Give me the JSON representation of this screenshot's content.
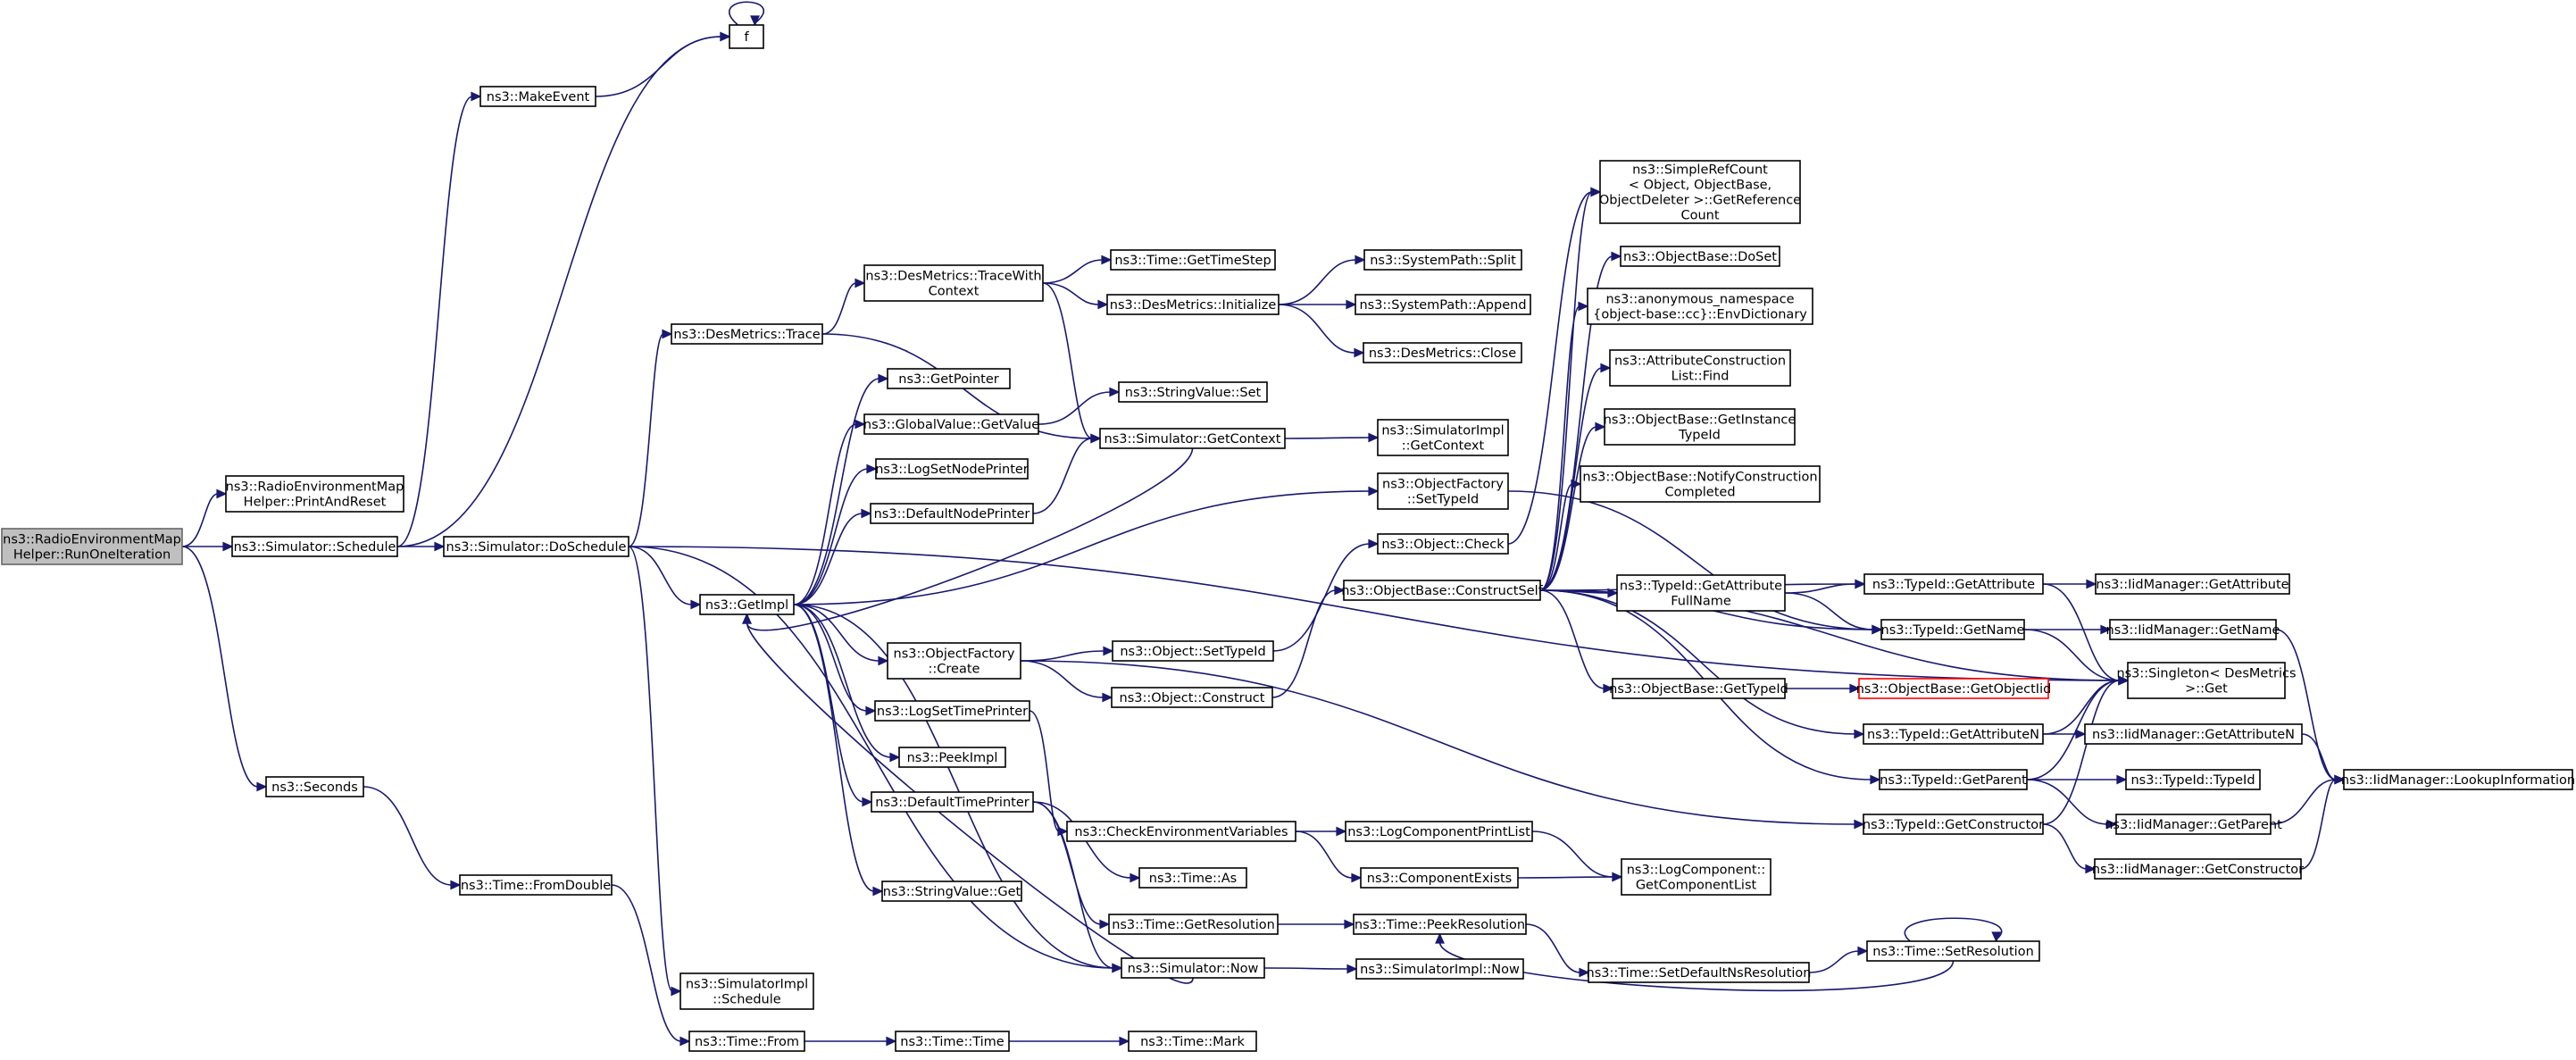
{
  "graph": {
    "colors": {
      "edge": "#191970",
      "node_border": "#000000",
      "node_fill": "#ffffff",
      "root_fill": "#bfbfbf",
      "root_border": "#666666",
      "truncated_border": "#ff0000"
    },
    "nodes": [
      {
        "id": "runone",
        "lines": [
          "ns3::RadioEnvironmentMap",
          "Helper::RunOneIteration"
        ],
        "kind": "root"
      },
      {
        "id": "printreset",
        "lines": [
          "ns3::RadioEnvironmentMap",
          "Helper::PrintAndReset"
        ]
      },
      {
        "id": "schedule",
        "lines": [
          "ns3::Simulator::Schedule"
        ]
      },
      {
        "id": "seconds",
        "lines": [
          "ns3::Seconds"
        ]
      },
      {
        "id": "makeevent",
        "lines": [
          "ns3::MakeEvent"
        ]
      },
      {
        "id": "f",
        "lines": [
          "f"
        ]
      },
      {
        "id": "doschedule",
        "lines": [
          "ns3::Simulator::DoSchedule"
        ]
      },
      {
        "id": "fromdouble",
        "lines": [
          "ns3::Time::FromDouble"
        ]
      },
      {
        "id": "destrace",
        "lines": [
          "ns3::DesMetrics::Trace"
        ]
      },
      {
        "id": "getimpl",
        "lines": [
          "ns3::GetImpl"
        ]
      },
      {
        "id": "simimplschedule",
        "lines": [
          "ns3::SimulatorImpl",
          "::Schedule"
        ]
      },
      {
        "id": "timefrom",
        "lines": [
          "ns3::Time::From"
        ]
      },
      {
        "id": "tracewith",
        "lines": [
          "ns3::DesMetrics::TraceWith",
          "Context"
        ]
      },
      {
        "id": "getpointer",
        "lines": [
          "ns3::GetPointer"
        ]
      },
      {
        "id": "gvgetvalue",
        "lines": [
          "ns3::GlobalValue::GetValue"
        ]
      },
      {
        "id": "logsetnode",
        "lines": [
          "ns3::LogSetNodePrinter"
        ]
      },
      {
        "id": "defaultnode",
        "lines": [
          "ns3::DefaultNodePrinter"
        ]
      },
      {
        "id": "ofcreate",
        "lines": [
          "ns3::ObjectFactory",
          "::Create"
        ]
      },
      {
        "id": "logsettime",
        "lines": [
          "ns3::LogSetTimePrinter"
        ]
      },
      {
        "id": "peekimpl",
        "lines": [
          "ns3::PeekImpl"
        ]
      },
      {
        "id": "defaulttime",
        "lines": [
          "ns3::DefaultTimePrinter"
        ]
      },
      {
        "id": "svget",
        "lines": [
          "ns3::StringValue::Get"
        ]
      },
      {
        "id": "timetime",
        "lines": [
          "ns3::Time::Time"
        ]
      },
      {
        "id": "gettimestep",
        "lines": [
          "ns3::Time::GetTimeStep"
        ]
      },
      {
        "id": "desinit",
        "lines": [
          "ns3::DesMetrics::Initialize"
        ]
      },
      {
        "id": "svset",
        "lines": [
          "ns3::StringValue::Set"
        ]
      },
      {
        "id": "getcontext",
        "lines": [
          "ns3::Simulator::GetContext"
        ]
      },
      {
        "id": "objsettypeid",
        "lines": [
          "ns3::Object::SetTypeId"
        ]
      },
      {
        "id": "objconstruct",
        "lines": [
          "ns3::Object::Construct"
        ]
      },
      {
        "id": "checkenv",
        "lines": [
          "ns3::CheckEnvironmentVariables"
        ]
      },
      {
        "id": "timeas",
        "lines": [
          "ns3::Time::As"
        ]
      },
      {
        "id": "getres",
        "lines": [
          "ns3::Time::GetResolution"
        ]
      },
      {
        "id": "simnow",
        "lines": [
          "ns3::Simulator::Now"
        ]
      },
      {
        "id": "timemark",
        "lines": [
          "ns3::Time::Mark"
        ]
      },
      {
        "id": "pathsplit",
        "lines": [
          "ns3::SystemPath::Split"
        ]
      },
      {
        "id": "pathappend",
        "lines": [
          "ns3::SystemPath::Append"
        ]
      },
      {
        "id": "desclose",
        "lines": [
          "ns3::DesMetrics::Close"
        ]
      },
      {
        "id": "implgetcontext",
        "lines": [
          "ns3::SimulatorImpl",
          "::GetContext"
        ]
      },
      {
        "id": "ofsettypeid",
        "lines": [
          "ns3::ObjectFactory",
          "::SetTypeId"
        ]
      },
      {
        "id": "objcheck",
        "lines": [
          "ns3::Object::Check"
        ]
      },
      {
        "id": "constructself",
        "lines": [
          "ns3::ObjectBase::ConstructSelf"
        ]
      },
      {
        "id": "logcompprint",
        "lines": [
          "ns3::LogComponentPrintList"
        ]
      },
      {
        "id": "compexists",
        "lines": [
          "ns3::ComponentExists"
        ]
      },
      {
        "id": "peekres",
        "lines": [
          "ns3::Time::PeekResolution"
        ]
      },
      {
        "id": "implnow",
        "lines": [
          "ns3::SimulatorImpl::Now"
        ]
      },
      {
        "id": "simplerefcount",
        "lines": [
          "ns3::SimpleRefCount",
          "< Object, ObjectBase,",
          "ObjectDeleter >::GetReference",
          "Count"
        ]
      },
      {
        "id": "dofree",
        "lines": [
          "ns3::ObjectBase::DoSet"
        ]
      },
      {
        "id": "envdict",
        "lines": [
          "ns3::anonymous_namespace",
          "{object-base::cc}::EnvDictionary"
        ]
      },
      {
        "id": "attrconstfind",
        "lines": [
          "ns3::AttributeConstruction",
          "List::Find"
        ]
      },
      {
        "id": "getinstance",
        "lines": [
          "ns3::ObjectBase::GetInstance",
          "TypeId"
        ]
      },
      {
        "id": "notifyconst",
        "lines": [
          "ns3::ObjectBase::NotifyConstruction",
          "Completed"
        ]
      },
      {
        "id": "tidgetattrfull",
        "lines": [
          "ns3::TypeId::GetAttribute",
          "FullName"
        ]
      },
      {
        "id": "obgettypeid",
        "lines": [
          "ns3::ObjectBase::GetTypeId"
        ]
      },
      {
        "id": "getcomplist",
        "lines": [
          "ns3::LogComponent::",
          "GetComponentList"
        ]
      },
      {
        "id": "setdefaultns",
        "lines": [
          "ns3::Time::SetDefaultNsResolution"
        ]
      },
      {
        "id": "tidgetattr",
        "lines": [
          "ns3::TypeId::GetAttribute"
        ]
      },
      {
        "id": "tidgetname",
        "lines": [
          "ns3::TypeId::GetName"
        ]
      },
      {
        "id": "getobjecttid",
        "lines": [
          "ns3::ObjectBase::GetObjectIid"
        ],
        "kind": "truncated"
      },
      {
        "id": "tidgetattrn",
        "lines": [
          "ns3::TypeId::GetAttributeN"
        ]
      },
      {
        "id": "tidgetparent",
        "lines": [
          "ns3::TypeId::GetParent"
        ]
      },
      {
        "id": "tidgetconstructor",
        "lines": [
          "ns3::TypeId::GetConstructor"
        ]
      },
      {
        "id": "setres",
        "lines": [
          "ns3::Time::SetResolution"
        ]
      },
      {
        "id": "iidgetattr",
        "lines": [
          "ns3::IidManager::GetAttribute"
        ]
      },
      {
        "id": "iidgetname",
        "lines": [
          "ns3::IidManager::GetName"
        ]
      },
      {
        "id": "singletonget",
        "lines": [
          "ns3::Singleton< DesMetrics",
          " >::Get"
        ]
      },
      {
        "id": "iidgetattrn",
        "lines": [
          "ns3::IidManager::GetAttributeN"
        ]
      },
      {
        "id": "tidtypeid",
        "lines": [
          "ns3::TypeId::TypeId"
        ]
      },
      {
        "id": "iidgetparent",
        "lines": [
          "ns3::IidManager::GetParent"
        ]
      },
      {
        "id": "iidgetconstructor",
        "lines": [
          "ns3::IidManager::GetConstructor"
        ]
      },
      {
        "id": "iidlookup",
        "lines": [
          "ns3::IidManager::LookupInformation"
        ]
      }
    ],
    "edges": [
      {
        "from": "runone",
        "to": "printreset"
      },
      {
        "from": "runone",
        "to": "schedule"
      },
      {
        "from": "runone",
        "to": "seconds"
      },
      {
        "from": "schedule",
        "to": "makeevent"
      },
      {
        "from": "schedule",
        "to": "f"
      },
      {
        "from": "schedule",
        "to": "doschedule"
      },
      {
        "from": "makeevent",
        "to": "f"
      },
      {
        "from": "f",
        "to": "f"
      },
      {
        "from": "doschedule",
        "to": "destrace"
      },
      {
        "from": "doschedule",
        "to": "getimpl"
      },
      {
        "from": "doschedule",
        "to": "simimplschedule"
      },
      {
        "from": "doschedule",
        "to": "simnow"
      },
      {
        "from": "doschedule",
        "to": "singletonget"
      },
      {
        "from": "seconds",
        "to": "fromdouble"
      },
      {
        "from": "fromdouble",
        "to": "timefrom"
      },
      {
        "from": "timefrom",
        "to": "timetime"
      },
      {
        "from": "timetime",
        "to": "timemark"
      },
      {
        "from": "destrace",
        "to": "tracewith"
      },
      {
        "from": "destrace",
        "to": "getcontext"
      },
      {
        "from": "tracewith",
        "to": "gettimestep"
      },
      {
        "from": "tracewith",
        "to": "desinit"
      },
      {
        "from": "tracewith",
        "to": "getcontext"
      },
      {
        "from": "desinit",
        "to": "pathsplit"
      },
      {
        "from": "desinit",
        "to": "pathappend"
      },
      {
        "from": "desinit",
        "to": "desclose"
      },
      {
        "from": "getcontext",
        "to": "implgetcontext"
      },
      {
        "from": "getcontext",
        "to": "getimpl"
      },
      {
        "from": "getimpl",
        "to": "getpointer"
      },
      {
        "from": "getimpl",
        "to": "gvgetvalue"
      },
      {
        "from": "getimpl",
        "to": "logsetnode"
      },
      {
        "from": "getimpl",
        "to": "defaultnode"
      },
      {
        "from": "getimpl",
        "to": "ofcreate"
      },
      {
        "from": "getimpl",
        "to": "logsettime"
      },
      {
        "from": "getimpl",
        "to": "peekimpl"
      },
      {
        "from": "getimpl",
        "to": "defaulttime"
      },
      {
        "from": "getimpl",
        "to": "svget"
      },
      {
        "from": "getimpl",
        "to": "ofsettypeid"
      },
      {
        "from": "getimpl",
        "to": "simnow"
      },
      {
        "from": "gvgetvalue",
        "to": "svset"
      },
      {
        "from": "defaultnode",
        "to": "getcontext"
      },
      {
        "from": "ofcreate",
        "to": "objsettypeid"
      },
      {
        "from": "ofcreate",
        "to": "objconstruct"
      },
      {
        "from": "ofcreate",
        "to": "tidgetconstructor"
      },
      {
        "from": "objsettypeid",
        "to": "objcheck"
      },
      {
        "from": "objconstruct",
        "to": "constructself"
      },
      {
        "from": "logsettime",
        "to": "checkenv"
      },
      {
        "from": "defaulttime",
        "to": "timeas"
      },
      {
        "from": "defaulttime",
        "to": "getres"
      },
      {
        "from": "defaulttime",
        "to": "simnow"
      },
      {
        "from": "checkenv",
        "to": "logcompprint"
      },
      {
        "from": "checkenv",
        "to": "compexists"
      },
      {
        "from": "logcompprint",
        "to": "getcomplist"
      },
      {
        "from": "compexists",
        "to": "getcomplist"
      },
      {
        "from": "getres",
        "to": "peekres"
      },
      {
        "from": "simnow",
        "to": "implnow"
      },
      {
        "from": "simnow",
        "to": "getimpl"
      },
      {
        "from": "setres",
        "to": "peekres"
      },
      {
        "from": "setres",
        "to": "setres"
      },
      {
        "from": "peekres",
        "to": "setdefaultns"
      },
      {
        "from": "setdefaultns",
        "to": "setres"
      },
      {
        "from": "ofsettypeid",
        "to": "tidgetname"
      },
      {
        "from": "constructself",
        "to": "simplerefcount"
      },
      {
        "from": "constructself",
        "to": "dofree"
      },
      {
        "from": "constructself",
        "to": "envdict"
      },
      {
        "from": "constructself",
        "to": "attrconstfind"
      },
      {
        "from": "constructself",
        "to": "getinstance"
      },
      {
        "from": "constructself",
        "to": "notifyconst"
      },
      {
        "from": "constructself",
        "to": "tidgetattrfull"
      },
      {
        "from": "constructself",
        "to": "tidgetattr"
      },
      {
        "from": "constructself",
        "to": "tidgetname"
      },
      {
        "from": "constructself",
        "to": "obgettypeid"
      },
      {
        "from": "constructself",
        "to": "tidgetattrn"
      },
      {
        "from": "constructself",
        "to": "tidgetparent"
      },
      {
        "from": "constructself",
        "to": "singletonget"
      },
      {
        "from": "objcheck",
        "to": "simplerefcount"
      },
      {
        "from": "tidgetattrfull",
        "to": "tidgetattr"
      },
      {
        "from": "tidgetattrfull",
        "to": "tidgetname"
      },
      {
        "from": "obgettypeid",
        "to": "getobjecttid"
      },
      {
        "from": "tidgetattr",
        "to": "iidgetattr"
      },
      {
        "from": "tidgetattr",
        "to": "singletonget"
      },
      {
        "from": "tidgetname",
        "to": "iidgetname"
      },
      {
        "from": "tidgetname",
        "to": "singletonget"
      },
      {
        "from": "tidgetattrn",
        "to": "iidgetattrn"
      },
      {
        "from": "tidgetattrn",
        "to": "singletonget"
      },
      {
        "from": "tidgetparent",
        "to": "tidtypeid"
      },
      {
        "from": "tidgetparent",
        "to": "iidgetparent"
      },
      {
        "from": "tidgetparent",
        "to": "singletonget"
      },
      {
        "from": "tidgetconstructor",
        "to": "iidgetconstructor"
      },
      {
        "from": "tidgetconstructor",
        "to": "singletonget"
      },
      {
        "from": "iidgetname",
        "to": "iidlookup"
      },
      {
        "from": "iidgetattrn",
        "to": "iidlookup"
      },
      {
        "from": "iidgetparent",
        "to": "iidlookup"
      },
      {
        "from": "iidgetconstructor",
        "to": "iidlookup"
      }
    ]
  }
}
